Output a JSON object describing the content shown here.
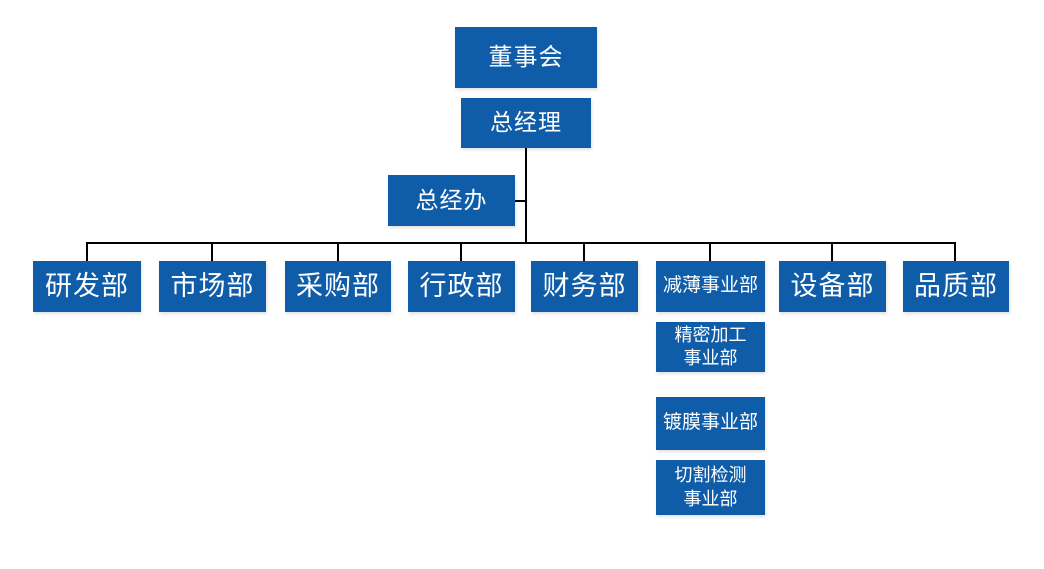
{
  "colors": {
    "node_fill": "#0F5CA8",
    "node_text": "#FFFFFF",
    "connector": "#000000"
  },
  "org_chart": {
    "type": "organizational-chart",
    "root": {
      "label": "董事会"
    },
    "general_manager": {
      "label": "总经理"
    },
    "gm_office": {
      "label": "总经办"
    },
    "departments": [
      {
        "label": "研发部"
      },
      {
        "label": "市场部"
      },
      {
        "label": "采购部"
      },
      {
        "label": "行政部"
      },
      {
        "label": "财务部"
      },
      {
        "label": "减薄事业部"
      },
      {
        "label": "设备部"
      },
      {
        "label": "品质部"
      }
    ],
    "thinning_sub_units": [
      {
        "label": "精密加工\n事业部"
      },
      {
        "label": "镀膜事业部"
      },
      {
        "label": "切割检测\n事业部"
      }
    ]
  }
}
